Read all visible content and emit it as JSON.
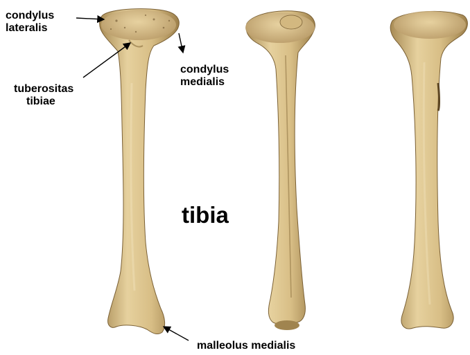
{
  "labels": {
    "condylus_lateralis": [
      "condylus",
      "lateralis"
    ],
    "tuberositas_tibiae": [
      "tuberositas",
      "tibiae"
    ],
    "condylus_medialis": [
      "condylus",
      "medialis"
    ],
    "malleolus_medialis": "malleolus medialis",
    "title": "tibia"
  },
  "colors": {
    "bone_light": "#e2cc97",
    "bone_mid": "#c9ad73",
    "bone_dark": "#8a6f3e",
    "text": "#000000"
  },
  "views": [
    "anterior-bone",
    "lateral-bone",
    "posterior-bone"
  ]
}
